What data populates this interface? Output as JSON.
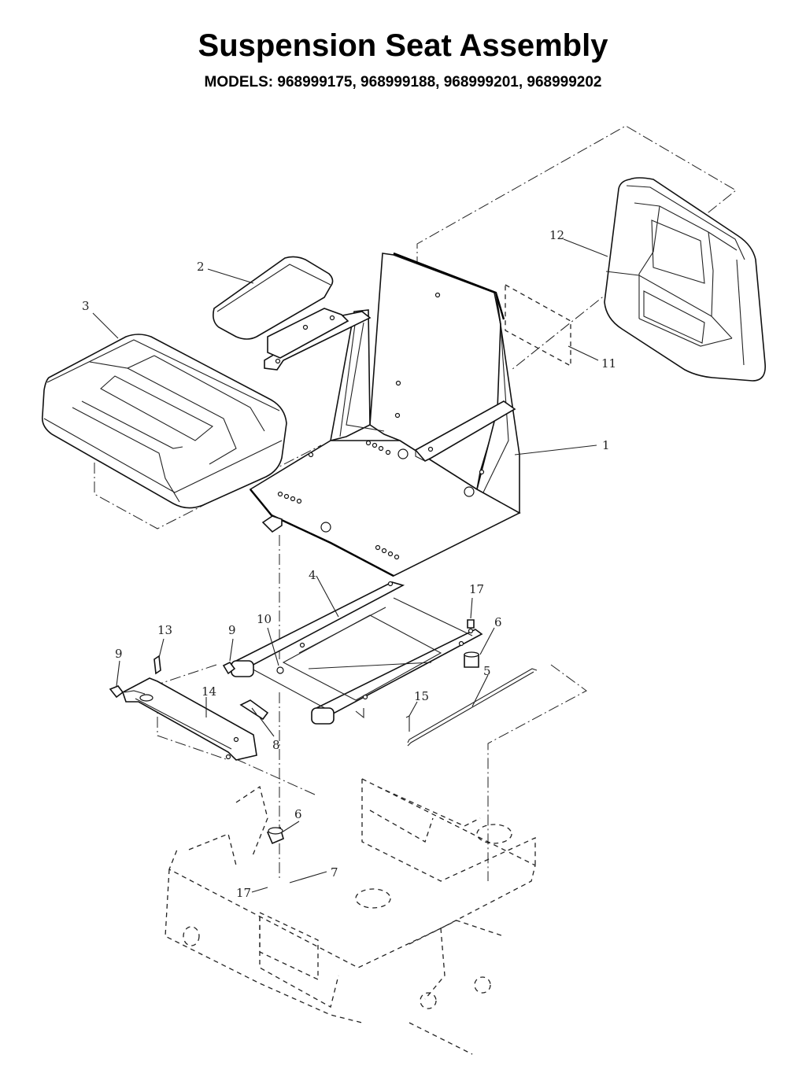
{
  "title": "Suspension Seat Assembly",
  "subtitle": "MODELS: 968999175, 968999188, 968999201, 968999202",
  "callouts": {
    "c1": "1",
    "c2": "2",
    "c3": "3",
    "c4": "4",
    "c5": "5",
    "c6a": "6",
    "c6b": "6",
    "c7": "7",
    "c8": "8",
    "c9a": "9",
    "c9b": "9",
    "c10": "10",
    "c11": "11",
    "c12": "12",
    "c13": "13",
    "c14": "14",
    "c15": "15",
    "c17a": "17",
    "c17b": "17"
  }
}
